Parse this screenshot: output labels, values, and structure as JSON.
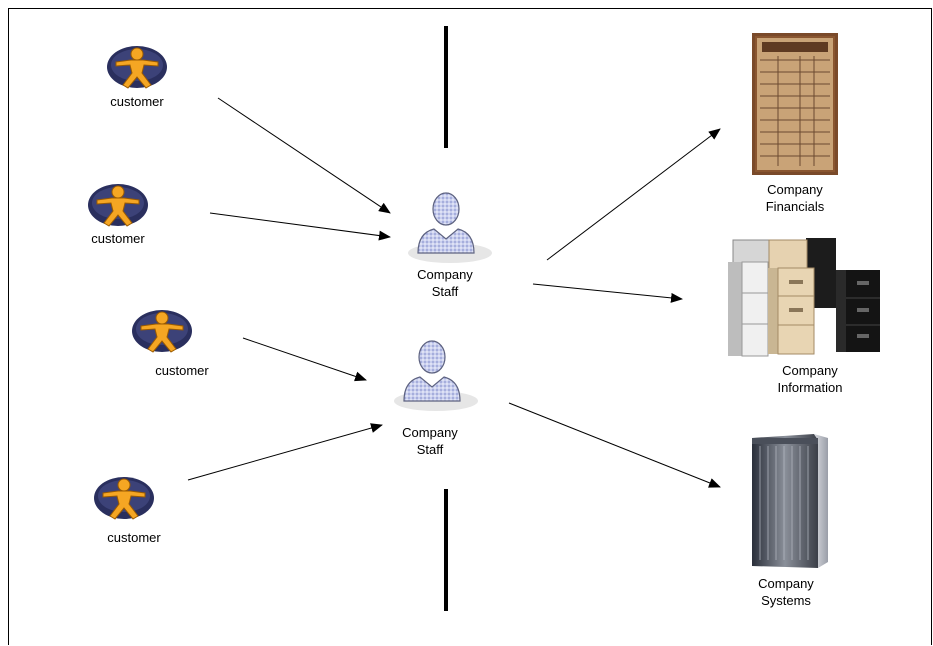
{
  "customers": [
    {
      "label": "customer"
    },
    {
      "label": "customer"
    },
    {
      "label": "customer"
    },
    {
      "label": "customer"
    }
  ],
  "staff": [
    {
      "line1": "Company",
      "line2": "Staff"
    },
    {
      "line1": "Company",
      "line2": "Staff"
    }
  ],
  "resources": [
    {
      "line1": "Company",
      "line2": "Financials",
      "icon": "ledger-document-icon"
    },
    {
      "line1": "Company",
      "line2": "Information",
      "icon": "filing-cabinets-icon"
    },
    {
      "line1": "Company",
      "line2": "Systems",
      "icon": "server-rack-icon"
    }
  ],
  "colors": {
    "customer_body": "#f5a623",
    "customer_oval": "#2a2f5e",
    "staff_fill": "#c7cdf0",
    "staff_outline": "#6a6f8a",
    "line": "#000000"
  }
}
